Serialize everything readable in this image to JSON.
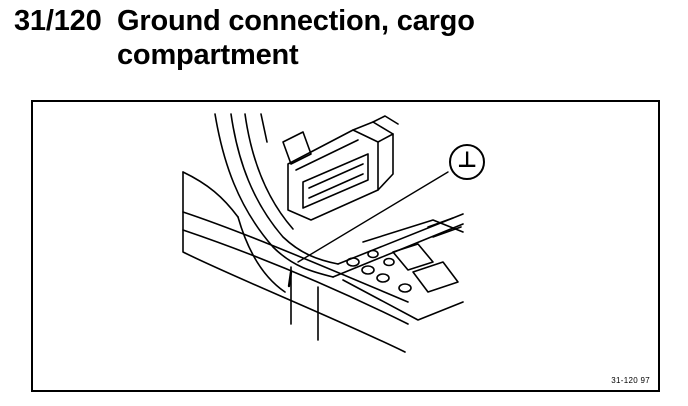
{
  "heading": {
    "number": "31/120",
    "title": "Ground connection, cargo compartment"
  },
  "illustration": {
    "callout_symbol": "⊥",
    "figure_id": "31-120  97"
  }
}
